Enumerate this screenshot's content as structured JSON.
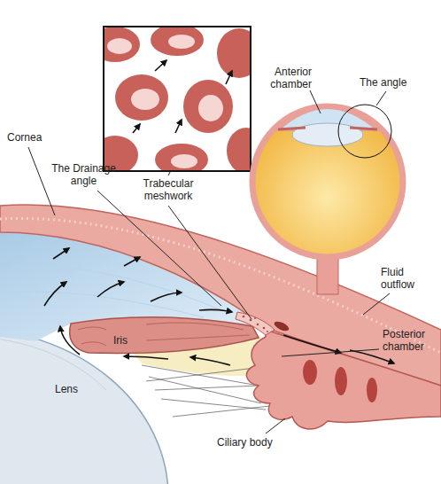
{
  "diagram": {
    "labels": [
      "Cornea",
      "The Drainage angle",
      "Trabecular meshwork",
      "Anterior chamber",
      "The angle",
      "Fluid outflow",
      "Posterior chamber",
      "Iris",
      "Lens",
      "Ciliary body"
    ]
  }
}
